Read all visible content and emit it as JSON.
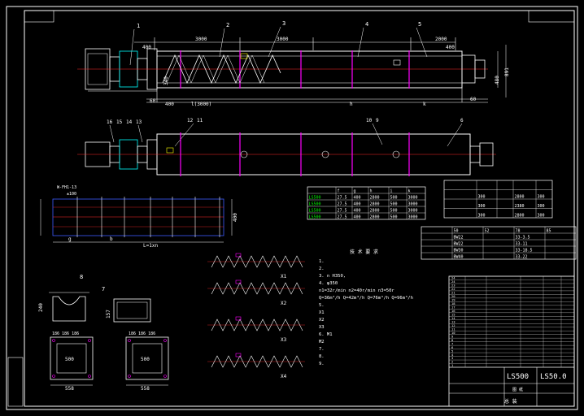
{
  "colors": {
    "background": "#000000",
    "frame": "#ffffff",
    "outline": "#ffffff",
    "centerline": "#ff2a2a",
    "magenta": "#ff00ff",
    "cyan": "#00ffff",
    "yellow": "#ffff00",
    "green": "#00ff00",
    "blue": "#3c5bff"
  },
  "top_view": {
    "labels": {
      "l1": "1",
      "l2": "2",
      "l3": "3",
      "l4": "4",
      "l5": "5",
      "d3000a": "3000",
      "d3000b": "3000",
      "d2000": "2000",
      "d400a": "400",
      "d400b": "400",
      "d400c": "400",
      "d60": "60",
      "d340": "340",
      "d891": "891",
      "d480": "480",
      "l2000": "l(3000)",
      "hvals": "h",
      "kvals": "k"
    }
  },
  "plan_view": {
    "labels": {
      "p16": "16",
      "p15": "15",
      "p14": "14",
      "p13": "13",
      "p12": "12",
      "p11": "11",
      "p10": "10",
      "p9": "9",
      "p6": "6"
    }
  },
  "frame_view": {
    "labels": {
      "header1": "W-FH1-13",
      "header2": "±100",
      "d400": "400",
      "bottom1": "g",
      "bottom2": "b",
      "bottom3": "L=1xn"
    }
  },
  "table_fghk": {
    "headers": [
      "",
      "f",
      "g",
      "h",
      "i",
      "k"
    ],
    "rows": [
      [
        "LS500",
        "27.5",
        "400",
        "2800",
        "500",
        "3000"
      ],
      [
        "LS500",
        "27.5",
        "400",
        "2800",
        "500",
        "3000"
      ],
      [
        "LS500",
        "27.5",
        "400",
        "2800",
        "500",
        "3000"
      ],
      [
        "LS500",
        "27.5",
        "400",
        "2800",
        "500",
        "3000"
      ]
    ]
  },
  "table_right_small": {
    "headers": [
      "",
      "",
      "",
      "",
      ""
    ],
    "rows": [
      [
        "",
        "300",
        "",
        "2800",
        "300"
      ],
      [
        "",
        "300",
        "",
        "2380",
        "300"
      ],
      [
        "",
        "300",
        "",
        "2800",
        "300"
      ]
    ]
  },
  "table_motor": {
    "headers": [
      "",
      "50",
      "52",
      "78",
      "85"
    ],
    "rows": [
      [
        "",
        "BW22",
        "",
        "33-3.5",
        ""
      ],
      [
        "",
        "BW22",
        "",
        "33-11",
        ""
      ],
      [
        "",
        "BW30",
        "",
        "33-18.5",
        ""
      ],
      [
        "",
        "BW40",
        "",
        "33-22",
        ""
      ]
    ]
  },
  "notes": {
    "title": "技 术 要 求",
    "lines": [
      "1.",
      "2.",
      "3. n H350, ",
      "4. φ350 ",
      "   n1=32r/min  n2=40r/min  n3=50r",
      "   Q=36m³/h  Q=42m³/h  Q=76m³/h  Q=96m³/h",
      "5.",
      "   X1",
      "   X2",
      "   X3",
      "6. M1",
      "   M2",
      "7.",
      "8.",
      "9."
    ],
    "spiral_labels": [
      "X1",
      "X2",
      "X3",
      "X4"
    ]
  },
  "detail_views": {
    "left": {
      "label_top": "240",
      "label_mid": "500",
      "label_bottom": "558",
      "label_header": "186 186 186"
    },
    "right": {
      "label_top": "157",
      "label_mid": "500",
      "label_bottom": "558",
      "label_header": "186 186 186"
    },
    "labels": {
      "l7": "7",
      "l8": "8"
    }
  },
  "title_block": {
    "model_left": "LS500",
    "model_right": "LS50.0",
    "subtitle": "图 纸",
    "bottom": "总 装",
    "parts_rows": [
      "24",
      "24",
      "23",
      "22",
      "21",
      "20",
      "19",
      "18",
      "17",
      "16",
      "15",
      "14",
      "13",
      "12",
      "11",
      "10",
      "9",
      "8",
      "7",
      "6",
      "5",
      "4",
      "3",
      "2",
      "1"
    ]
  }
}
